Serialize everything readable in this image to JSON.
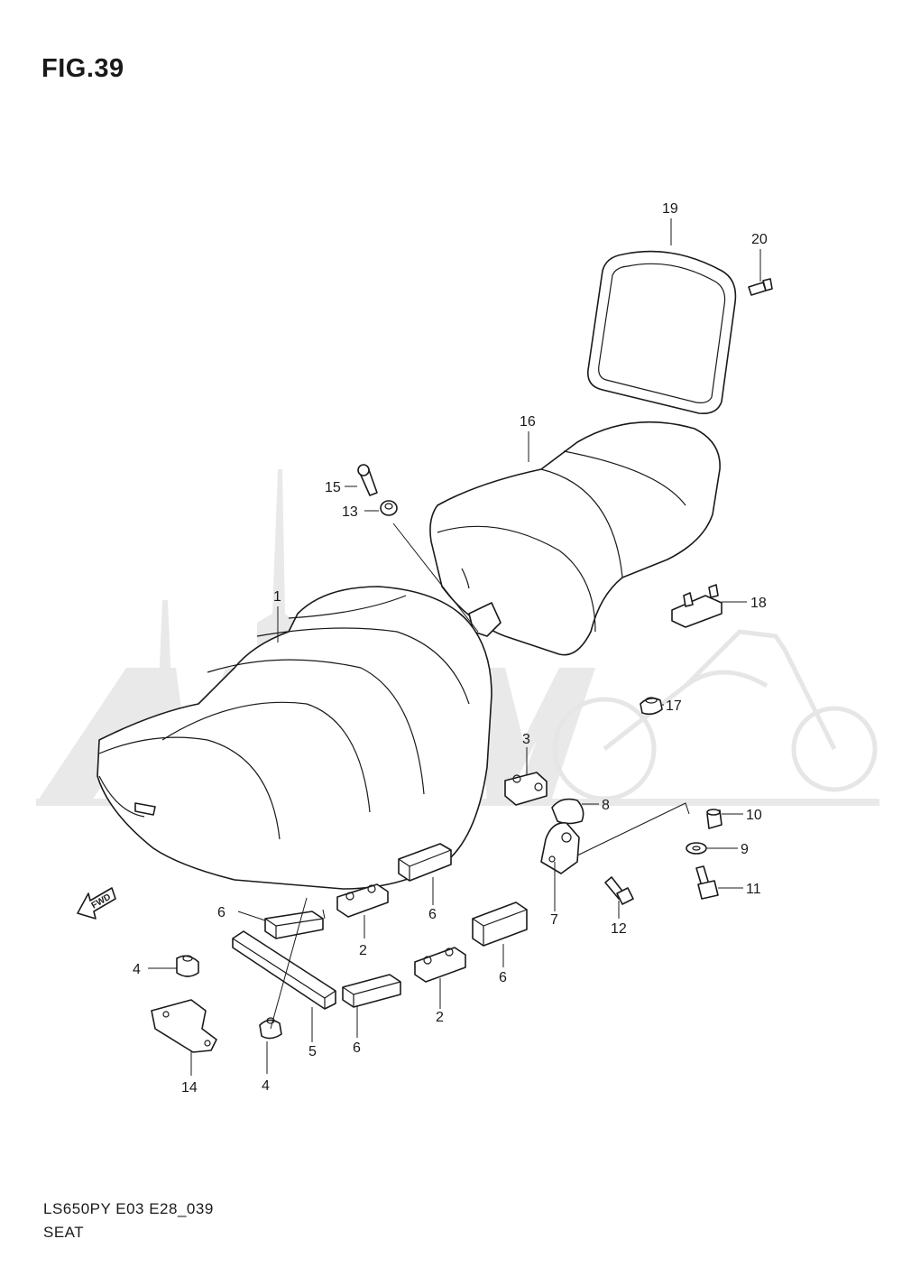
{
  "figure": {
    "title": "FIG.39",
    "code": "LS650PY E03 E28_039",
    "name": "SEAT",
    "fwd_label": "FWD"
  },
  "callouts": [
    {
      "id": "c1",
      "label": "1"
    },
    {
      "id": "c2a",
      "label": "2"
    },
    {
      "id": "c2b",
      "label": "2"
    },
    {
      "id": "c3",
      "label": "3"
    },
    {
      "id": "c4a",
      "label": "4"
    },
    {
      "id": "c4b",
      "label": "4"
    },
    {
      "id": "c5",
      "label": "5"
    },
    {
      "id": "c6a",
      "label": "6"
    },
    {
      "id": "c6b",
      "label": "6"
    },
    {
      "id": "c6c",
      "label": "6"
    },
    {
      "id": "c6d",
      "label": "6"
    },
    {
      "id": "c7",
      "label": "7"
    },
    {
      "id": "c8",
      "label": "8"
    },
    {
      "id": "c9",
      "label": "9"
    },
    {
      "id": "c10",
      "label": "10"
    },
    {
      "id": "c11",
      "label": "11"
    },
    {
      "id": "c12",
      "label": "12"
    },
    {
      "id": "c13",
      "label": "13"
    },
    {
      "id": "c14",
      "label": "14"
    },
    {
      "id": "c15",
      "label": "15"
    },
    {
      "id": "c16",
      "label": "16"
    },
    {
      "id": "c17",
      "label": "17"
    },
    {
      "id": "c18",
      "label": "18"
    },
    {
      "id": "c19",
      "label": "19"
    },
    {
      "id": "c20",
      "label": "20"
    }
  ],
  "colors": {
    "line": "#1a1a1a",
    "watermark": "#e9e9e9",
    "background": "#ffffff"
  }
}
